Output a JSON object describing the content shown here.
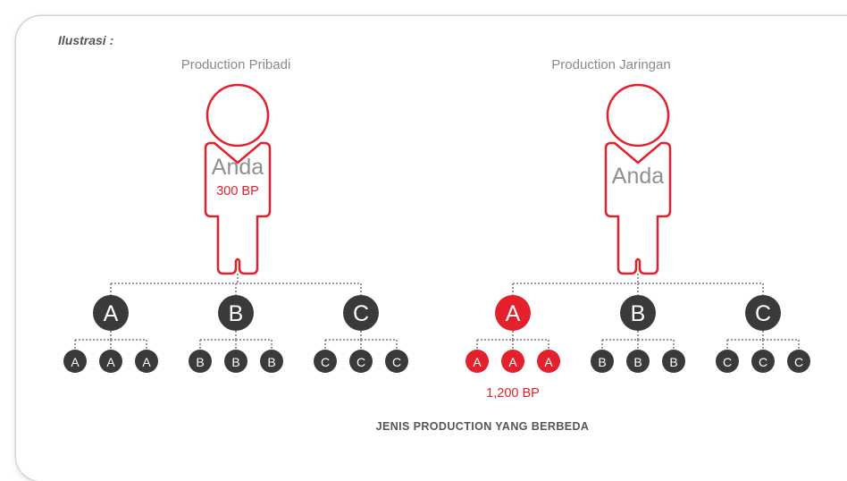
{
  "illustration_label": "Ilustrasi :",
  "left_panel": {
    "title": "Production Pribadi",
    "person_label": "Anda",
    "person_points": "300 BP",
    "groups": [
      {
        "letter": "A",
        "children": [
          "A",
          "A",
          "A"
        ],
        "highlighted": false
      },
      {
        "letter": "B",
        "children": [
          "B",
          "B",
          "B"
        ],
        "highlighted": false
      },
      {
        "letter": "C",
        "children": [
          "C",
          "C",
          "C"
        ],
        "highlighted": false
      }
    ]
  },
  "right_panel": {
    "title": "Production Jaringan",
    "person_label": "Anda",
    "groups": [
      {
        "letter": "A",
        "children": [
          "A",
          "A",
          "A"
        ],
        "highlighted": true
      },
      {
        "letter": "B",
        "children": [
          "B",
          "B",
          "B"
        ],
        "highlighted": false
      },
      {
        "letter": "C",
        "children": [
          "C",
          "C",
          "C"
        ],
        "highlighted": false
      }
    ],
    "group_points": "1,200 BP"
  },
  "caption": "JENIS PRODUCTION YANG BERBEDA",
  "colors": {
    "accent": "#e3202b",
    "node_dark": "#3a3a3a",
    "connector": "#9a9a9a",
    "text_gray": "#8a8a8a"
  }
}
